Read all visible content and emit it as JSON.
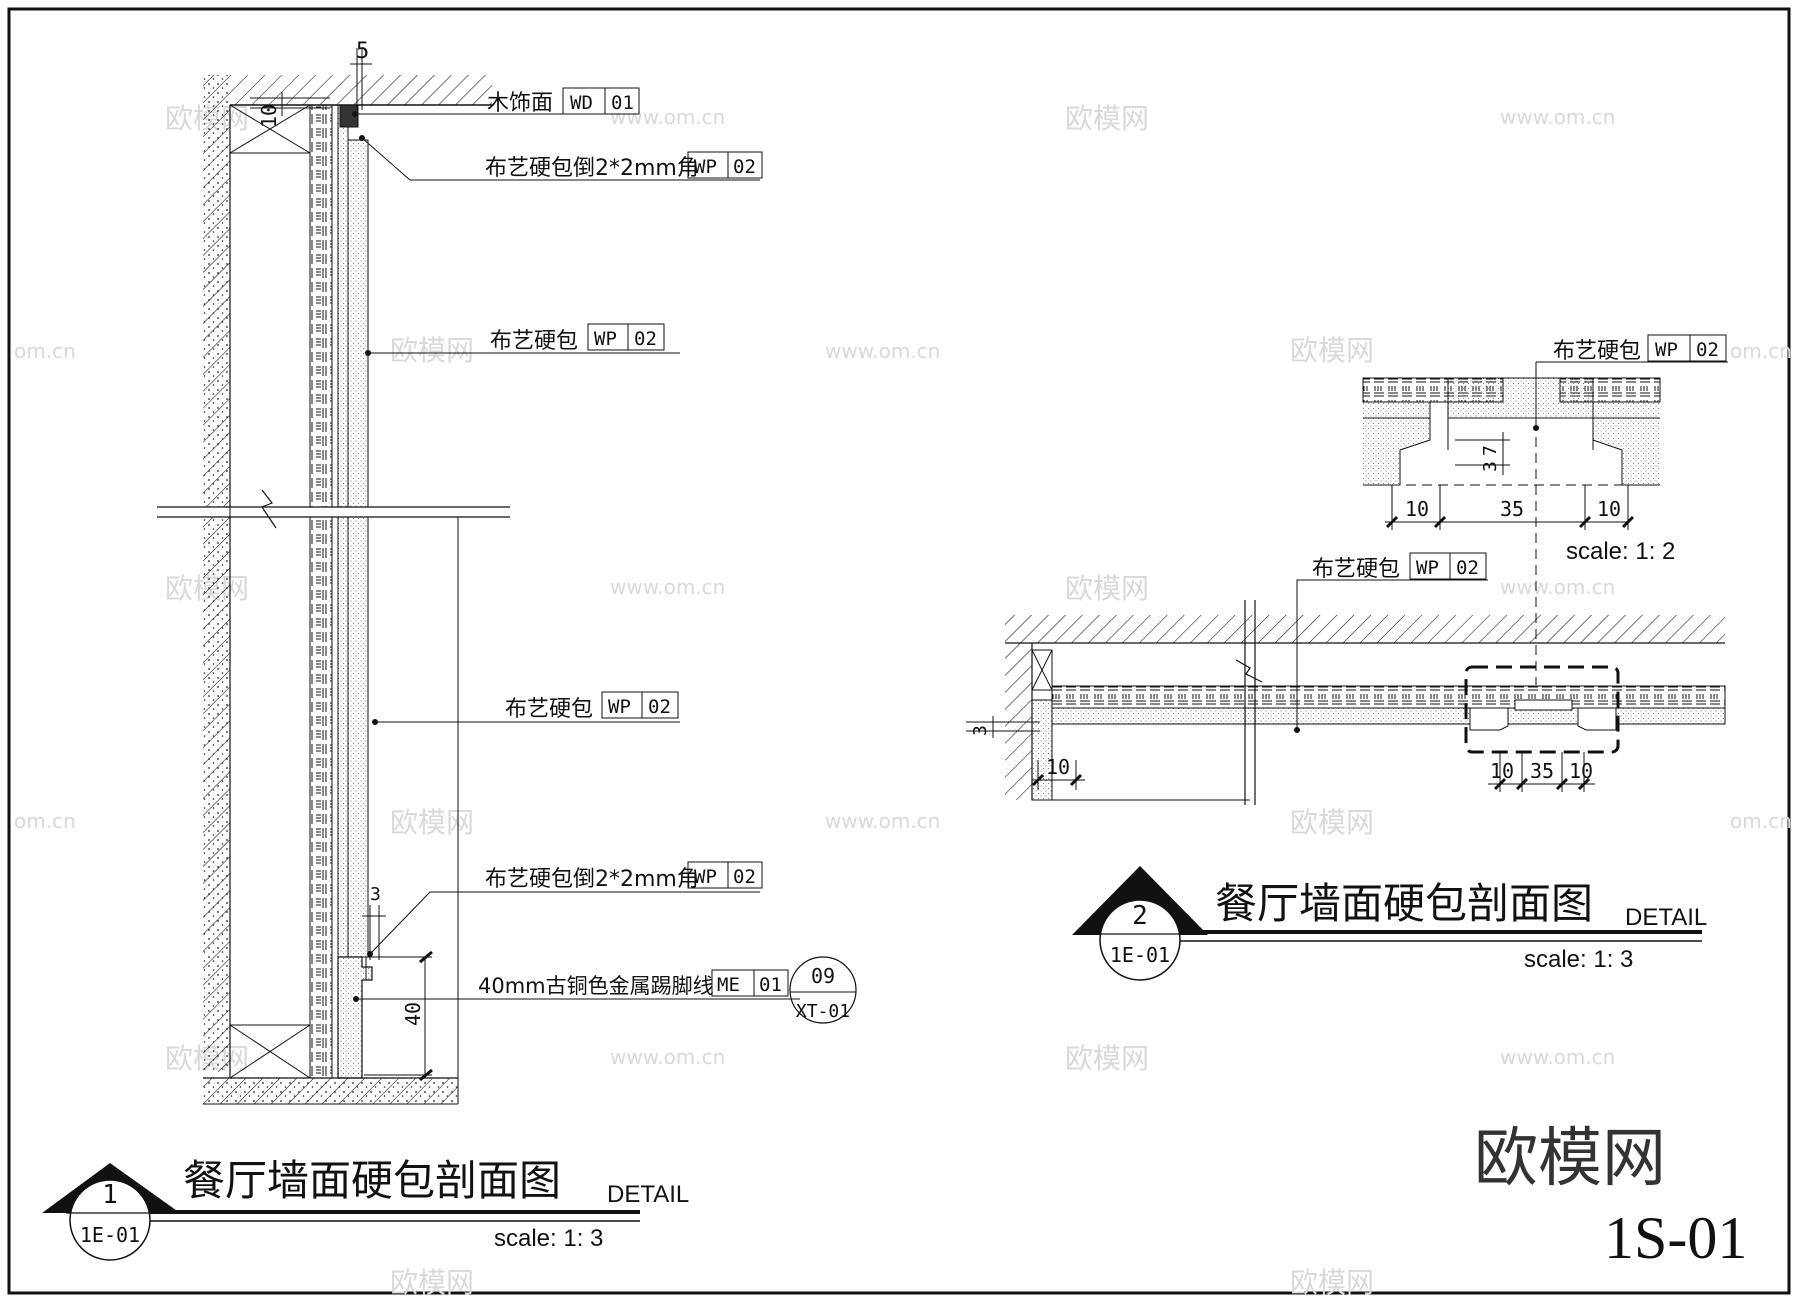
{
  "watermarks": {
    "brand": "欧模网",
    "url": "www.om.cn",
    "url_short": "om.cn"
  },
  "detail1": {
    "callouts": {
      "wood_finish": {
        "text": "木饰面",
        "tag": "WD",
        "num": "01"
      },
      "fabric_chamfer_top": {
        "text": "布艺硬包倒2*2mm角",
        "tag": "WP",
        "num": "02"
      },
      "fabric_upper": {
        "text": "布艺硬包",
        "tag": "WP",
        "num": "02"
      },
      "fabric_lower": {
        "text": "布艺硬包",
        "tag": "WP",
        "num": "02"
      },
      "fabric_chamfer_bottom": {
        "text": "布艺硬包倒2*2mm角",
        "tag": "WP",
        "num": "02"
      },
      "skirting": {
        "text": "40mm古铜色金属踢脚线",
        "tag": "ME",
        "num": "01"
      }
    },
    "reference_bubble": {
      "top": "09",
      "bottom": "XT-01"
    },
    "dims": {
      "top": "5",
      "left": "10",
      "reveal": "3",
      "skirting": "40"
    },
    "title": {
      "text": "餐厅墙面硬包剖面图",
      "suffix": "DETAIL",
      "number": "1",
      "sheet": "1E-01",
      "scale": "scale:  1: 3"
    }
  },
  "detail2": {
    "callouts": {
      "fabric_enlarged": {
        "text": "布艺硬包",
        "tag": "WP",
        "num": "02"
      },
      "fabric_section": {
        "text": "布艺硬包",
        "tag": "WP",
        "num": "02"
      }
    },
    "enlarged_dims": {
      "gap_a": "7",
      "gap_b": "3",
      "left": "10",
      "mid": "35",
      "right": "10"
    },
    "enlarged_scale": "scale:  1: 2",
    "section_dims": {
      "reveal": "3",
      "left": "10",
      "a": "10",
      "mid": "35",
      "b": "10"
    },
    "title": {
      "text": "餐厅墙面硬包剖面图",
      "suffix": "DETAIL",
      "number": "2",
      "sheet": "1E-01",
      "scale": "scale:  1: 3"
    }
  },
  "brand_logo_text": "欧模网",
  "sheet_number": "1S-01"
}
